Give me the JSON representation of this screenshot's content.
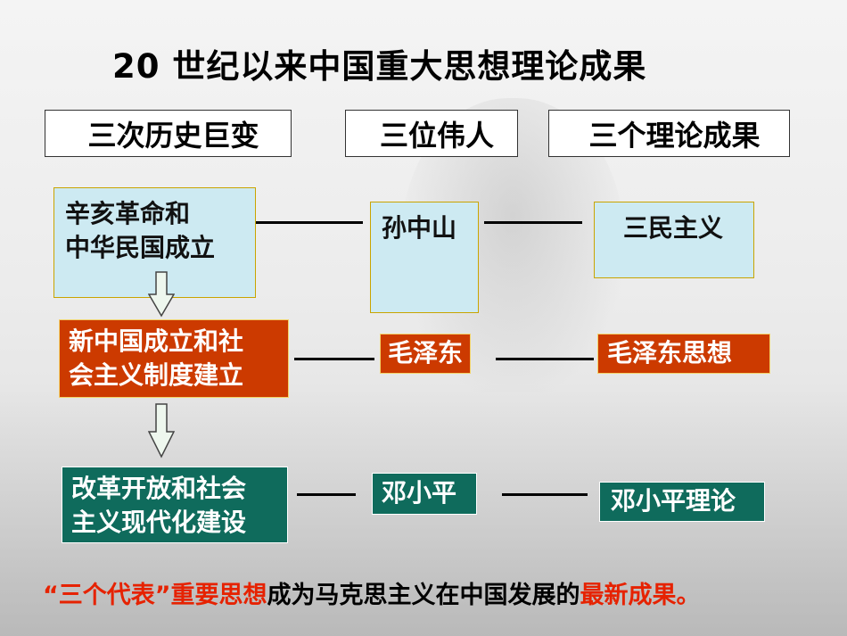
{
  "title": "20 世纪以来中国重大思想理论成果",
  "headers": {
    "col1": "三次历史巨变",
    "col2": "三位伟人",
    "col3": "三个理论成果"
  },
  "rows": [
    {
      "event_line1": "辛亥革命和",
      "event_line2": "中华民国成立",
      "person": "孙中山",
      "theory": "三民主义"
    },
    {
      "event_line1": "新中国成立和社",
      "event_line2": "会主义制度建立",
      "person": "毛泽东",
      "theory": "毛泽东思想"
    },
    {
      "event_line1": "改革开放和社会",
      "event_line2": "主义现代化建设",
      "person": "邓小平",
      "theory": "邓小平理论"
    }
  ],
  "footer": {
    "part1": "“三个代表”重要思想",
    "part2": "成为马克思主义在中国发展的",
    "part3": "最新成果。"
  },
  "colors": {
    "pale_box": "#cdeaf2",
    "red_box": "#cc3a00",
    "teal_box": "#0f6b5c",
    "emphasis_text": "#e62200"
  }
}
